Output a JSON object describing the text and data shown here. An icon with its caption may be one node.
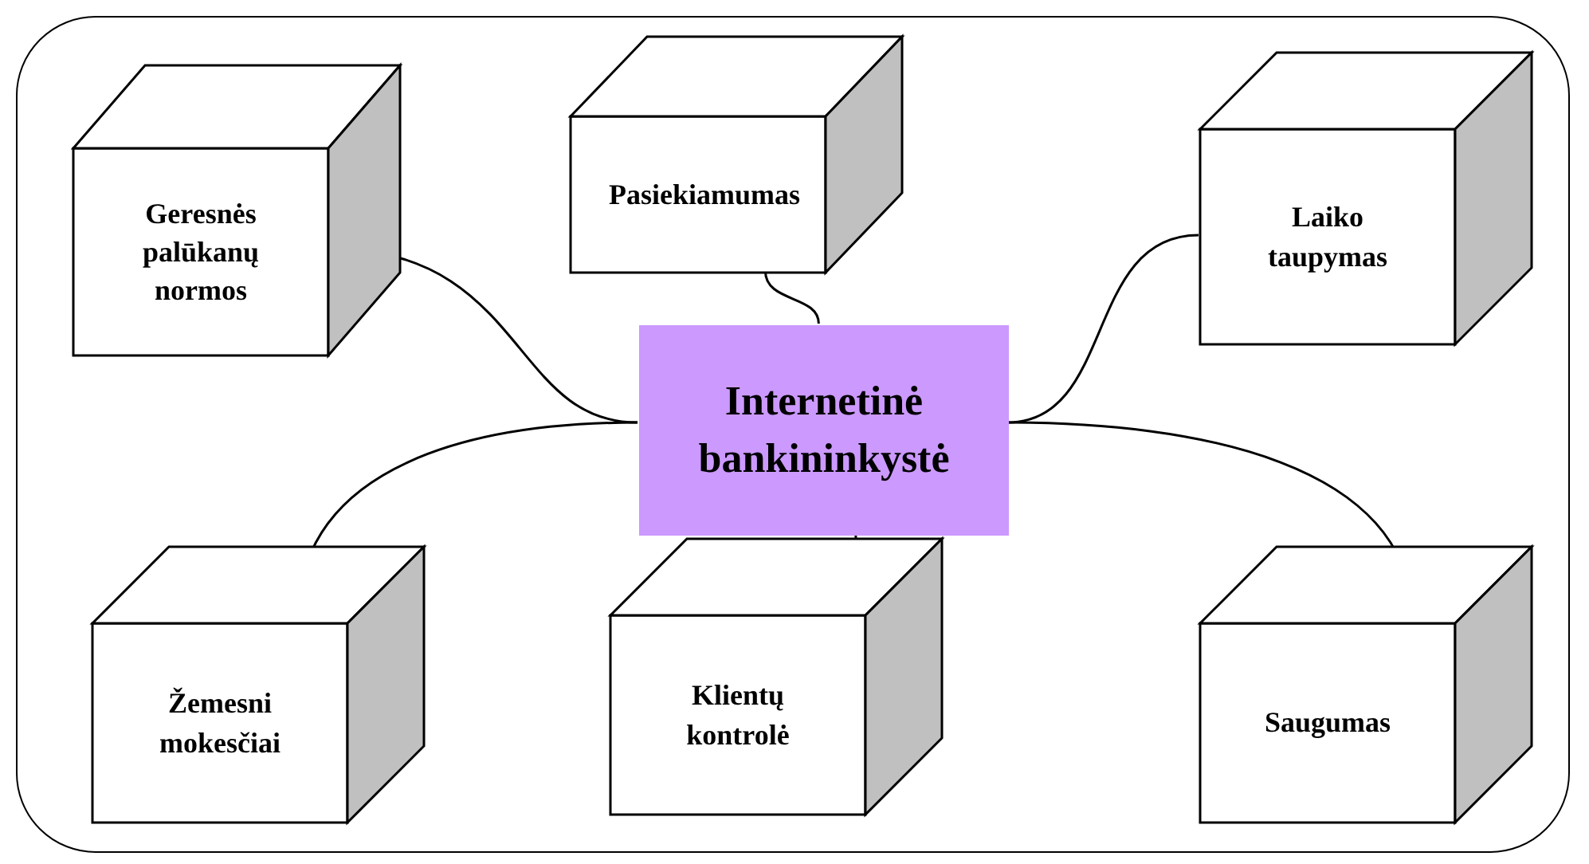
{
  "diagram": {
    "nodes": [
      {
        "text": [],
        "shape": "box"
      },
      {
        "text": [
          "Geresnės palūkanų normos"
        ],
        "in": 0
      },
      {
        "text": [
          "Pasiekiamumas"
        ],
        "in": 0
      },
      {
        "text": [
          "Laiko taupymas"
        ],
        "in": 0
      },
      {
        "text": [
          "Internetinė bankininkystė"
        ],
        "in": 0
      },
      {
        "text": [
          "Žemesni mokesčiai"
        ],
        "in": 0
      },
      {
        "text": [
          "Klientų kontrolė"
        ],
        "in": 0
      },
      {
        "text": [
          "Saugumas"
        ],
        "in": 0
      }
    ],
    "edges": [
      {
        "from": 1,
        "to": 4,
        "arrow": "none"
      },
      {
        "from": 2,
        "to": 4,
        "arrow": "none"
      },
      {
        "from": 3,
        "to": 4,
        "arrow": "none"
      },
      {
        "from": 5,
        "to": 4,
        "arrow": "none"
      },
      {
        "from": 6,
        "to": 4,
        "arrow": "none"
      },
      {
        "from": 7,
        "to": 4,
        "arrow": "none"
      }
    ]
  }
}
